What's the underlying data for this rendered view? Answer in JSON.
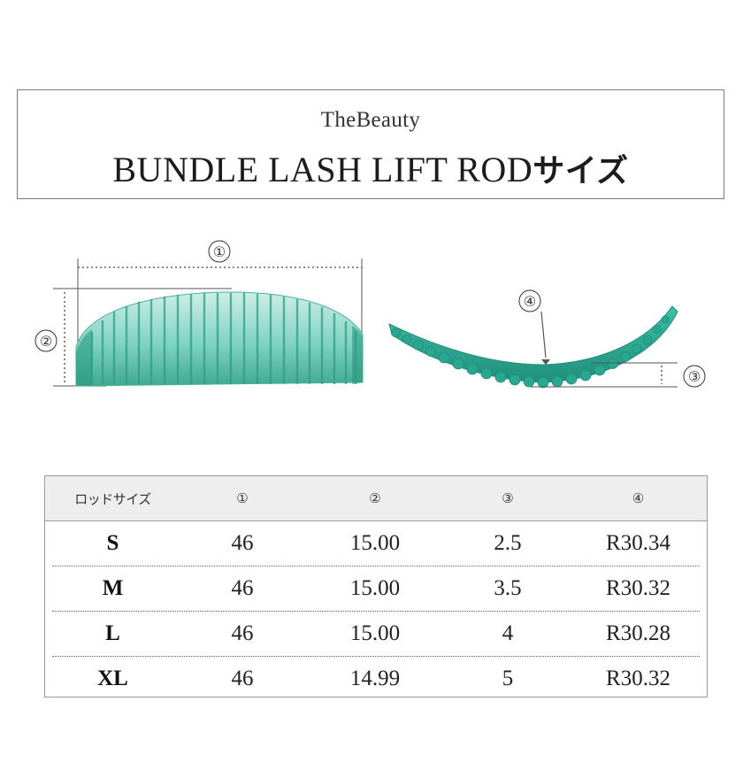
{
  "header": {
    "brand": "TheBeauty",
    "product_name": "BUNDLE LASH LIFT ROD",
    "product_suffix": "サイズ"
  },
  "diagram": {
    "label_1": "①",
    "label_2": "②",
    "label_3": "③",
    "label_4": "④",
    "rod_color": "#3fb8a0",
    "rod_dark_color": "#1e8f7a"
  },
  "table": {
    "headers": [
      "ロッドサイズ",
      "①",
      "②",
      "③",
      "④"
    ],
    "rows": [
      {
        "size": "S",
        "c1": "46",
        "c2": "15.00",
        "c3": "2.5",
        "c4": "R30.34"
      },
      {
        "size": "M",
        "c1": "46",
        "c2": "15.00",
        "c3": "3.5",
        "c4": "R30.32"
      },
      {
        "size": "L",
        "c1": "46",
        "c2": "15.00",
        "c3": "4",
        "c4": "R30.28"
      },
      {
        "size": "XL",
        "c1": "46",
        "c2": "14.99",
        "c3": "5",
        "c4": "R30.32"
      }
    ]
  }
}
